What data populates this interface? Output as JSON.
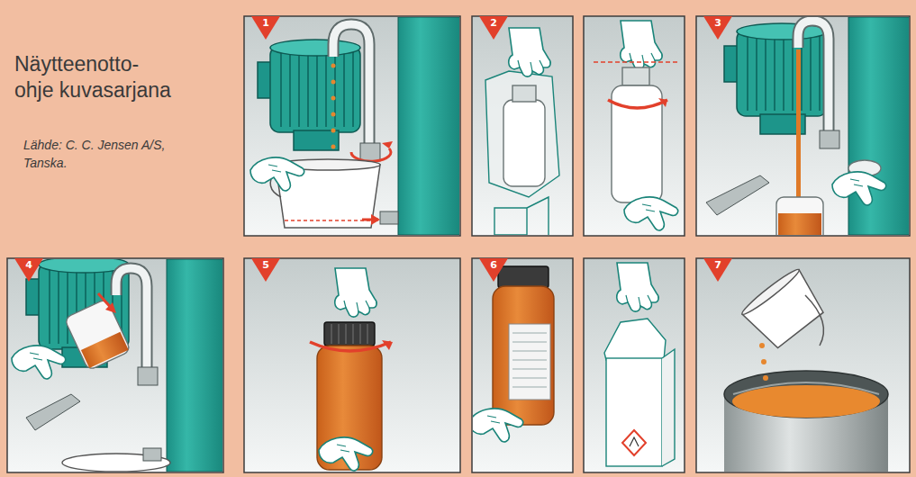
{
  "diagram": {
    "title": "Näytteenotto-ohje kuvasarjana",
    "caption": "Lähde: C. C. Jensen A/S, Tanska.",
    "labels": [
      "1",
      "2",
      "3",
      "4",
      "5",
      "6",
      "7"
    ]
  }
}
